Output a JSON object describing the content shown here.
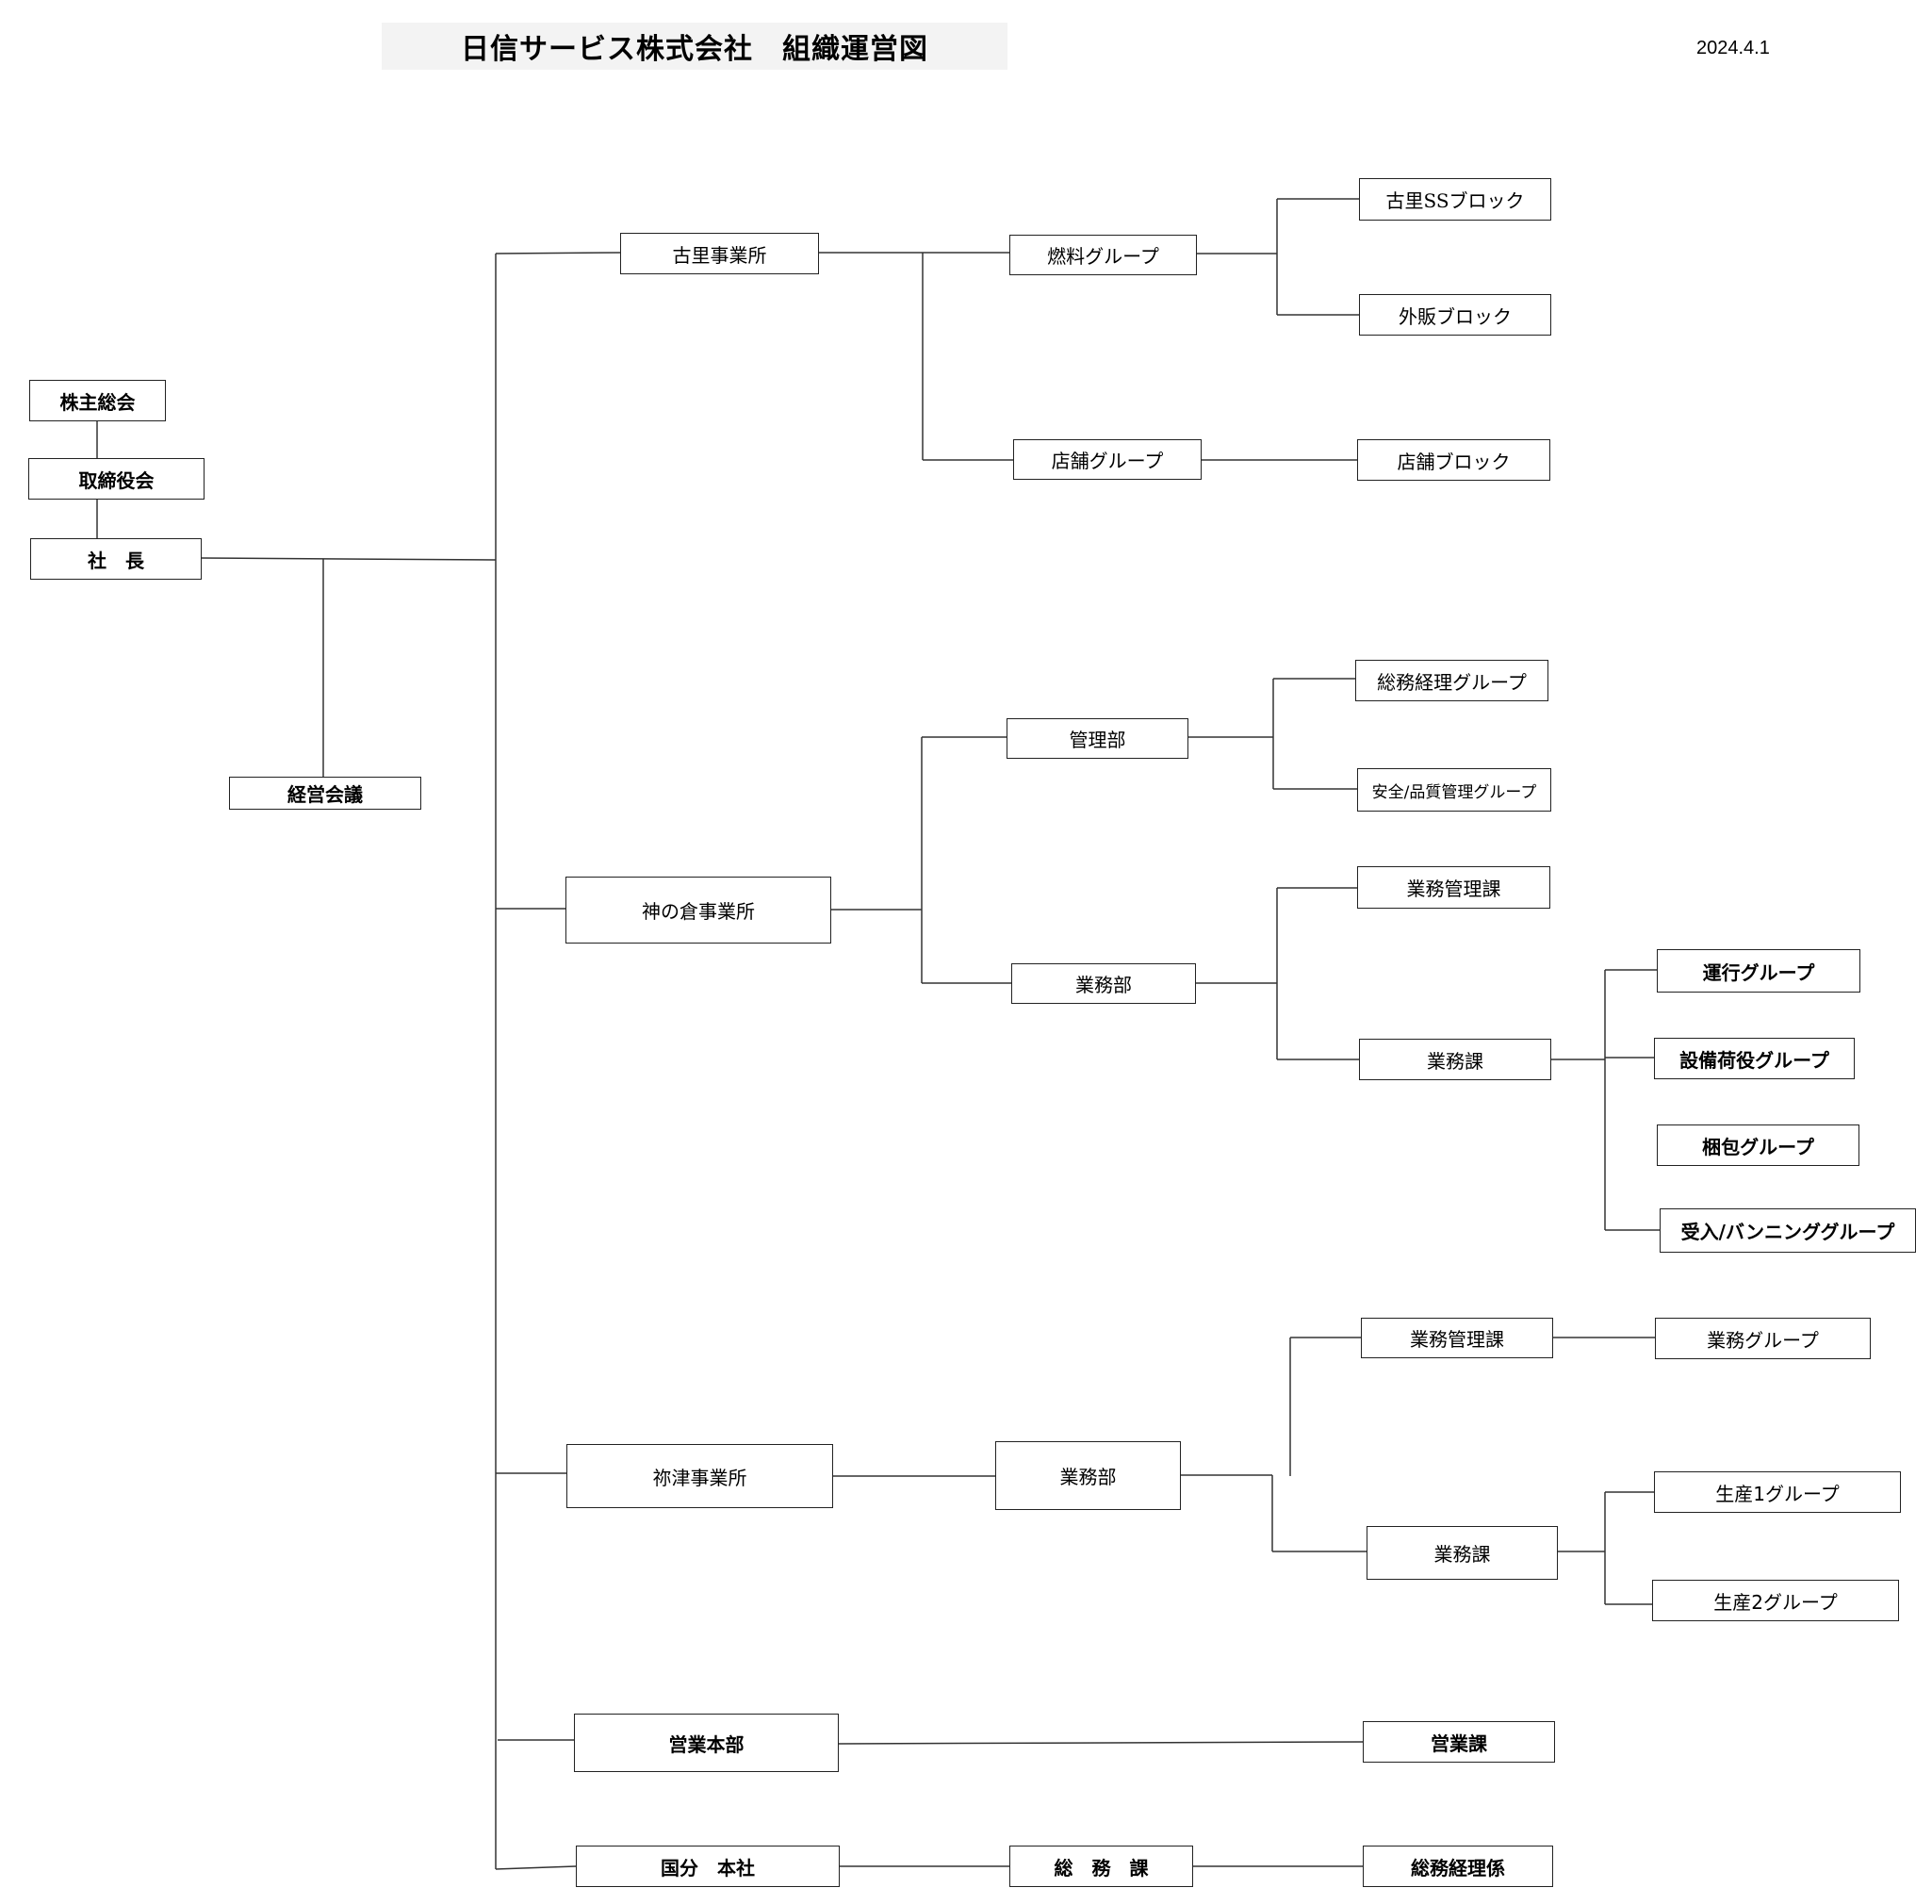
{
  "header": {
    "title": "日信サービス株式会社　組織運営図",
    "date": "2024.4.1"
  },
  "nodes": {
    "shareholders": "株主総会",
    "board": "取締役会",
    "president": "社　長",
    "mgmt_meeting": "経営会議",
    "furusato_office": "古里事業所",
    "fuel_group": "燃料グループ",
    "furusato_ss_block": "古里SSブロック",
    "outside_sales_block": "外販ブロック",
    "store_group": "店舗グループ",
    "store_block": "店舗ブロック",
    "kaminokura_office": "神の倉事業所",
    "admin_dept": "管理部",
    "general_accounting_group": "総務経理グループ",
    "safety_quality_group": "安全/品質管理グループ",
    "kaminokura_ops_dept": "業務部",
    "kaminokura_ops_mgmt_section": "業務管理課",
    "kaminokura_ops_section": "業務課",
    "operation_group": "運行グループ",
    "equipment_cargo_group": "設備荷役グループ",
    "packing_group": "梱包グループ",
    "receiving_bunkering_group": "受入/バンニンググループ",
    "kizu_office": "祢津事業所",
    "kizu_ops_dept": "業務部",
    "kizu_ops_mgmt_section": "業務管理課",
    "kizu_business_group": "業務グループ",
    "kizu_ops_section": "業務課",
    "production1_group": "生産1グループ",
    "production2_group": "生産2グループ",
    "sales_hq": "営業本部",
    "sales_section": "営業課",
    "kokubu_head_office": "国分　本社",
    "general_affairs_section": "総　務　課",
    "general_accounting_staff": "総務経理係"
  }
}
